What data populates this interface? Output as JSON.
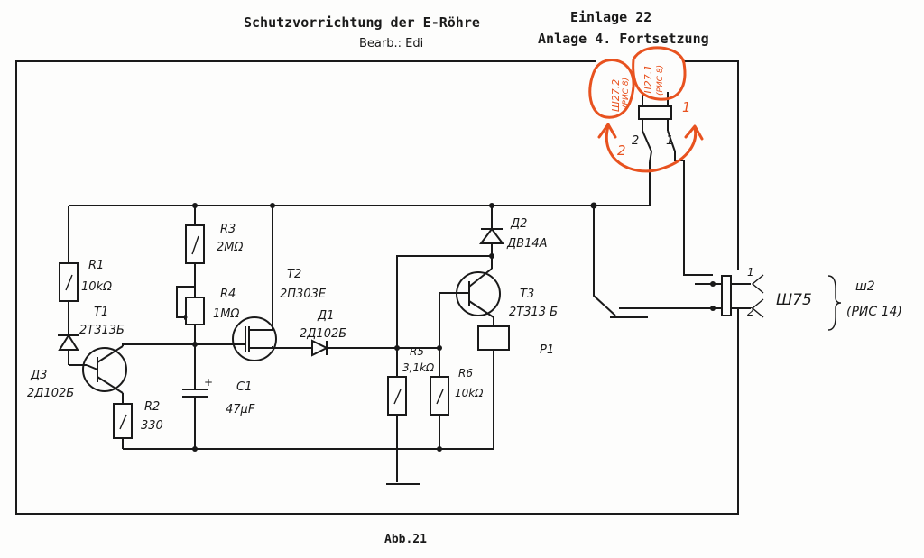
{
  "header": {
    "title": "Schutzvorrichtung der E-Röhre",
    "subtitle": "Bearb.: Edi",
    "insert_number": "Einlage 22",
    "annex": "Anlage 4. Fortsetzung"
  },
  "caption": "Abb.21",
  "components": {
    "r1": {
      "ref": "R1",
      "value": "10kΩ"
    },
    "r2": {
      "ref": "R2",
      "value": "330"
    },
    "r3": {
      "ref": "R3",
      "value": "2MΩ"
    },
    "r4": {
      "ref": "R4",
      "value": "1MΩ"
    },
    "r5": {
      "ref": "R5",
      "value": "3,1kΩ"
    },
    "r6": {
      "ref": "R6",
      "value": "10kΩ"
    },
    "t1": {
      "ref": "T1",
      "value": "2T313Б"
    },
    "t2": {
      "ref": "T2",
      "value": "2П303Е"
    },
    "t3": {
      "ref": "T3",
      "value": "2Т313 Б"
    },
    "d1": {
      "ref": "Д1",
      "value": "2Д102Б"
    },
    "d2": {
      "ref": "Д2",
      "value": "ДВ14А"
    },
    "d3": {
      "ref": "Д3",
      "value": "2Д102Б"
    },
    "c1": {
      "ref": "C1",
      "value": "47μF"
    },
    "p1": {
      "ref": "P1"
    }
  },
  "connector": {
    "pin1": "1",
    "pin2": "2",
    "name": "Ш75",
    "group_label": "ш2",
    "group_ref": "(РИС 14)"
  },
  "annotations": {
    "plug_a": "Ш27.2",
    "plug_a_ref": "(РИС 8)",
    "plug_b": "Ш27.1",
    "plug_b_ref": "(РИС 8)",
    "arrow_left": "2",
    "arrow_right": "1",
    "plug_pin_left": "2",
    "plug_pin_right": "1"
  },
  "colors": {
    "ink": "#1a1a1a",
    "annotation": "#e8521f",
    "paper": "#fdfdfc"
  }
}
